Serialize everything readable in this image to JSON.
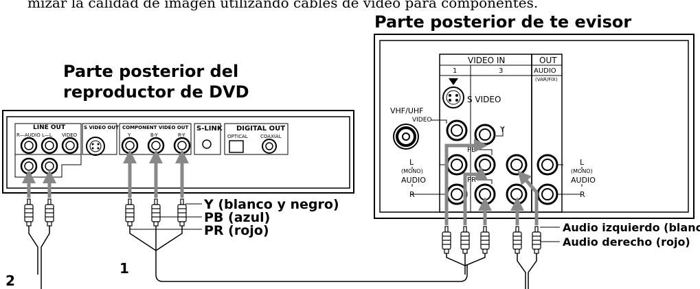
{
  "caption_top": "mizar la calidad de imagen utilizando cables de video para componentes.",
  "tv": {
    "title": "Parte posterior de  te evisor",
    "video_in": "VIDEO IN",
    "out": "OUT",
    "col1": "1",
    "col3": "3",
    "audio": "AUDIO",
    "varfix": "(VAR/FIX)",
    "svideo": "S VIDEO",
    "vhf": "VHF/UHF",
    "video": "VIDEO",
    "y": "Y",
    "pb": "PB",
    "pr": "PR",
    "l_mono": "L",
    "mono": "(MONO)",
    "audio_l": "AUDIO",
    "r": "R",
    "l2": "L",
    "mono2": "(MONO)",
    "audio2": "AUDIO",
    "r2": "R"
  },
  "dvd": {
    "title_line1": "Parte posterior del",
    "title_line2": "reproductor de DVD",
    "line_out": "LINE OUT",
    "r_audio_l": "R—AUDIO L—L",
    "video": "VIDEO",
    "svideo_out": "S VIDEO OUT",
    "component_out": "COMPONENT VIDEO OUT",
    "y": "Y",
    "by": "B-Y",
    "ry": "R-Y",
    "slink": "S-LINK",
    "digital_out": "DIGITAL OUT",
    "optical": "OPTICAL",
    "coaxial": "COAXIAL"
  },
  "labels": {
    "y_bw": "Y (blanco y negro)",
    "pb_blue": "PB (azul)",
    "pr_red": "PR (rojo)",
    "audio_left": "Audio izquierdo (blanco)",
    "audio_right": "Audio derecho (rojo)",
    "num1": "1",
    "num2": "2"
  }
}
